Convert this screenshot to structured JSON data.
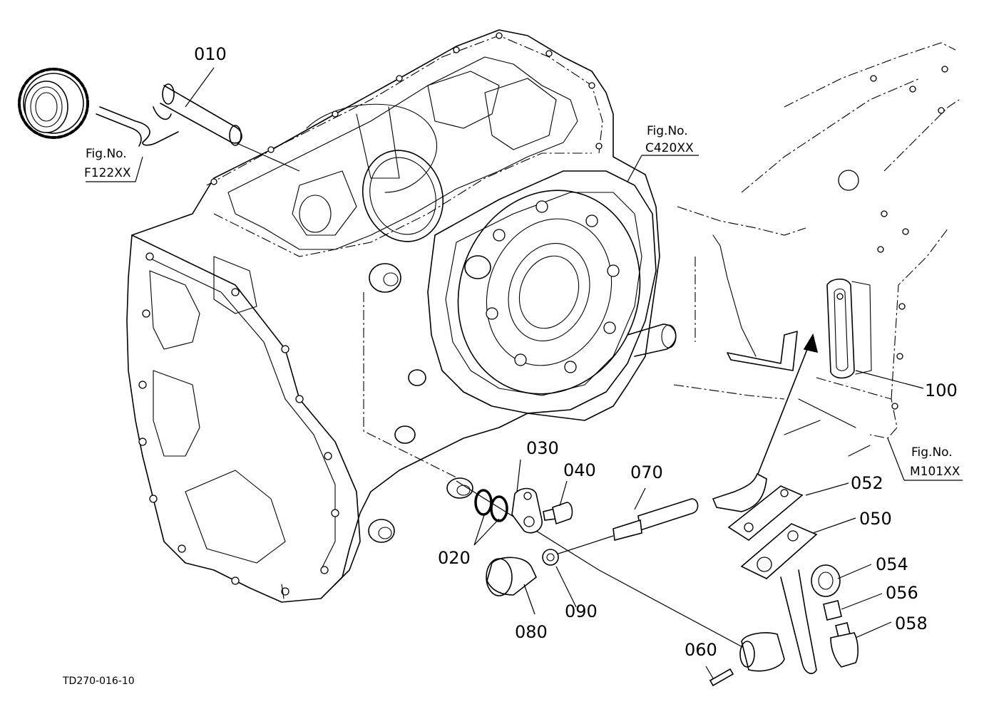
{
  "diagram": {
    "drawing_code": "TD270-016-10",
    "figure_refs": [
      {
        "id": "f122",
        "title": "Fig.No.",
        "code": "F122XX"
      },
      {
        "id": "c420",
        "title": "Fig.No.",
        "code": "C420XX"
      },
      {
        "id": "m101",
        "title": "Fig.No.",
        "code": "M101XX"
      }
    ],
    "parts": {
      "p010": "010",
      "p020": "020",
      "p030": "030",
      "p040": "040",
      "p050": "050",
      "p052": "052",
      "p054": "054",
      "p056": "056",
      "p058": "058",
      "p060": "060",
      "p070": "070",
      "p080": "080",
      "p090": "090",
      "p100": "100"
    }
  }
}
